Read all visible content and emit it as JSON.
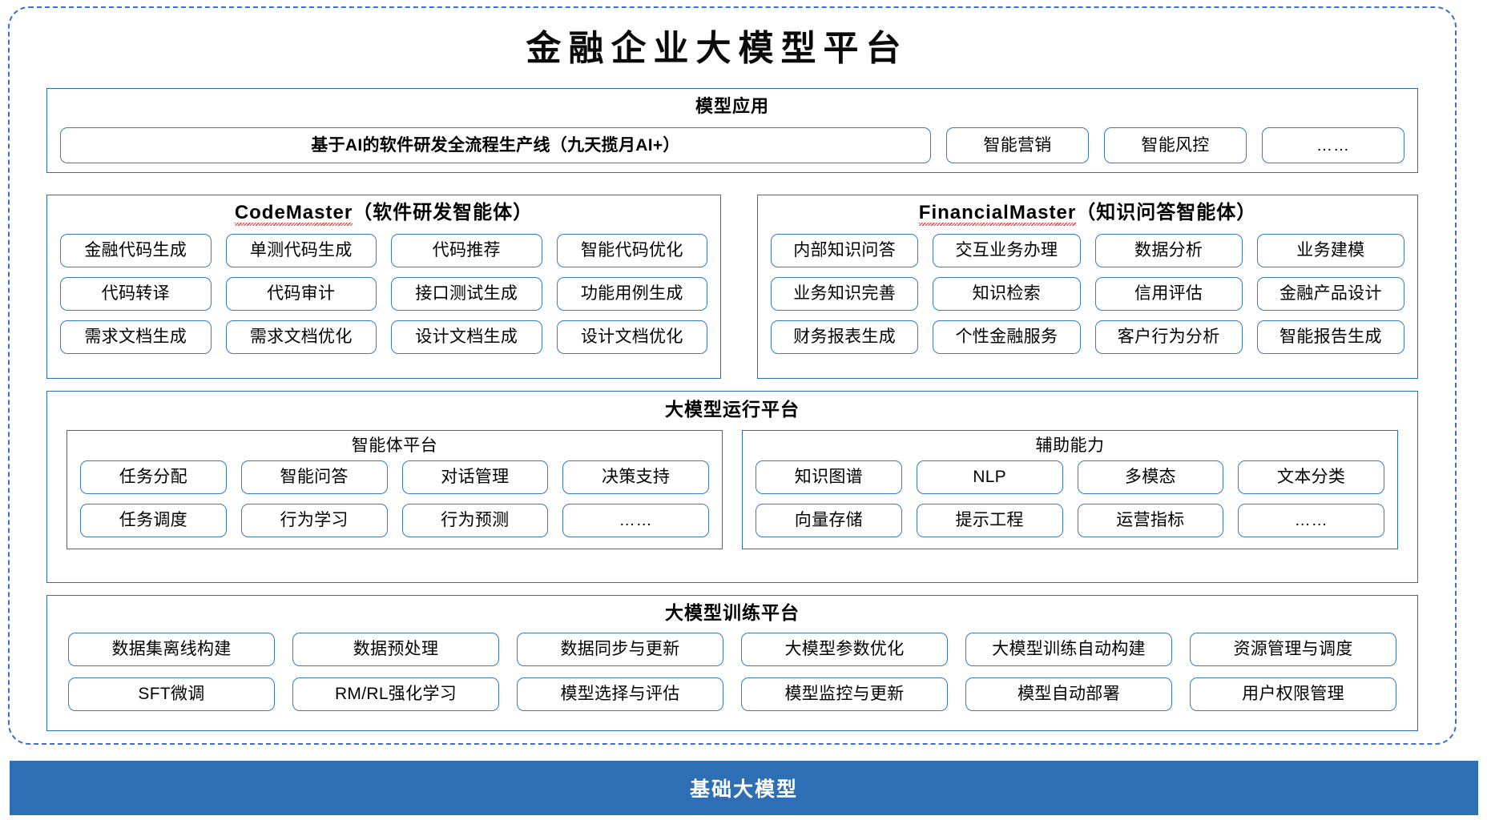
{
  "title": "金融企业大模型平台",
  "colors": {
    "frame_border": "#3b6fd4",
    "panel_border": "#2e6eb5",
    "pill_border": "#3a7ac0",
    "footer_bg": "#2e6eb5",
    "footer_text": "#ffffff",
    "spellcheck_squiggle": "#e8312f"
  },
  "model_application": {
    "heading": "模型应用",
    "primary": "基于AI的软件研发全流程生产线（九天揽月AI+）",
    "items": [
      "智能营销",
      "智能风控",
      "……"
    ]
  },
  "agents": [
    {
      "name_en": "CodeMaster",
      "name_cn": "（软件研发智能体）",
      "rows": [
        [
          "金融代码生成",
          "单测代码生成",
          "代码推荐",
          "智能代码优化"
        ],
        [
          "代码转译",
          "代码审计",
          "接口测试生成",
          "功能用例生成"
        ],
        [
          "需求文档生成",
          "需求文档优化",
          "设计文档生成",
          "设计文档优化"
        ]
      ]
    },
    {
      "name_en": "FinancialMaster",
      "name_cn": "（知识问答智能体）",
      "rows": [
        [
          "内部知识问答",
          "交互业务办理",
          "数据分析",
          "业务建模"
        ],
        [
          "业务知识完善",
          "知识检索",
          "信用评估",
          "金融产品设计"
        ],
        [
          "财务报表生成",
          "个性金融服务",
          "客户行为分析",
          "智能报告生成"
        ]
      ]
    }
  ],
  "run_platform": {
    "heading": "大模型运行平台",
    "sections": [
      {
        "heading": "智能体平台",
        "rows": [
          [
            "任务分配",
            "智能问答",
            "对话管理",
            "决策支持"
          ],
          [
            "任务调度",
            "行为学习",
            "行为预测",
            "……"
          ]
        ]
      },
      {
        "heading": "辅助能力",
        "rows": [
          [
            "知识图谱",
            "NLP",
            "多模态",
            "文本分类"
          ],
          [
            "向量存储",
            "提示工程",
            "运营指标",
            "……"
          ]
        ]
      }
    ]
  },
  "train_platform": {
    "heading": "大模型训练平台",
    "rows": [
      [
        "数据集离线构建",
        "数据预处理",
        "数据同步与更新",
        "大模型参数优化",
        "大模型训练自动构建",
        "资源管理与调度"
      ],
      [
        "SFT微调",
        "RM/RL强化学习",
        "模型选择与评估",
        "模型监控与更新",
        "模型自动部署",
        "用户权限管理"
      ]
    ]
  },
  "footer": {
    "label": "基础大模型"
  }
}
